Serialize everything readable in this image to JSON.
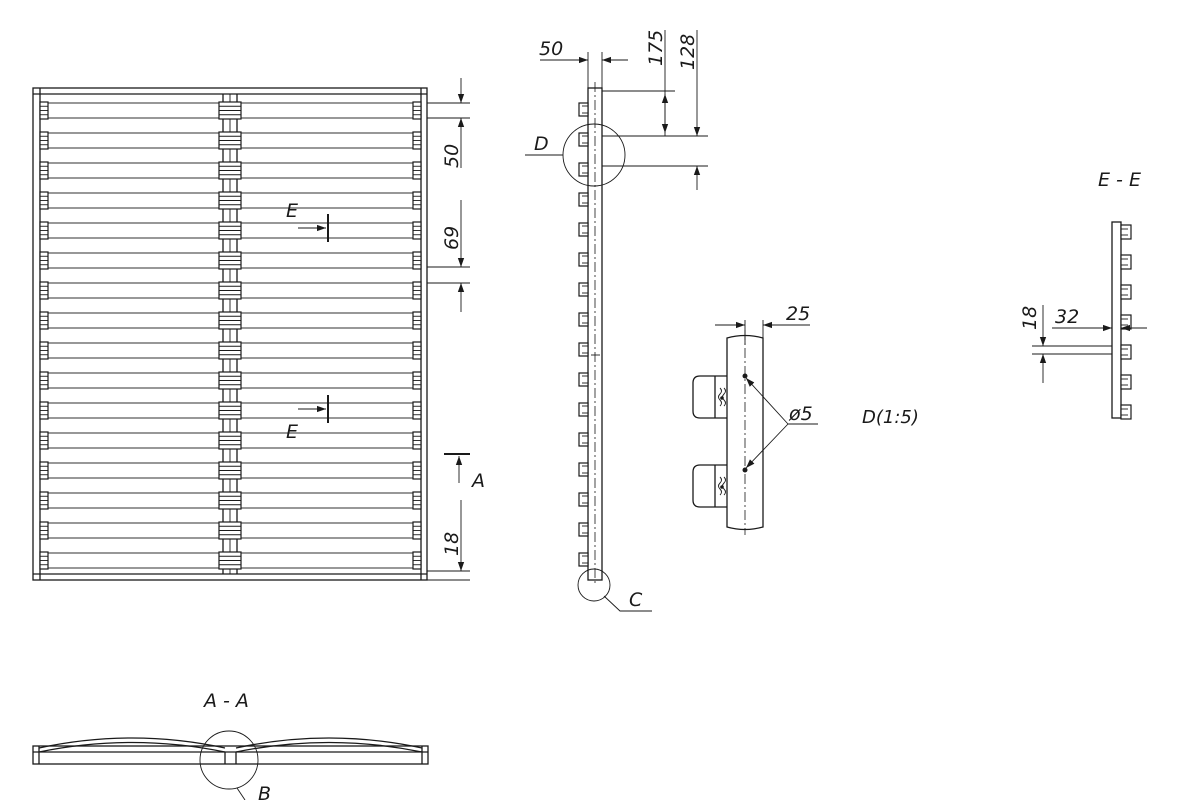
{
  "views": {
    "front": {
      "dimensions": {
        "d50": "50",
        "d69": "69",
        "d18": "18"
      },
      "section_marks": {
        "e_top": "E",
        "e_bottom": "E",
        "a": "A"
      }
    },
    "side": {
      "dimensions": {
        "d50": "50",
        "d175": "175",
        "d128": "128"
      },
      "callouts": {
        "d": "D",
        "c": "C"
      }
    },
    "detail_d": {
      "title": "D(1:5)",
      "dimensions": {
        "d25": "25",
        "hole": "ø5"
      }
    },
    "section_e": {
      "title": "E - E",
      "dimensions": {
        "d18": "18",
        "d32": "32"
      }
    },
    "section_a": {
      "title": "A - A",
      "callouts": {
        "b": "B"
      }
    }
  }
}
